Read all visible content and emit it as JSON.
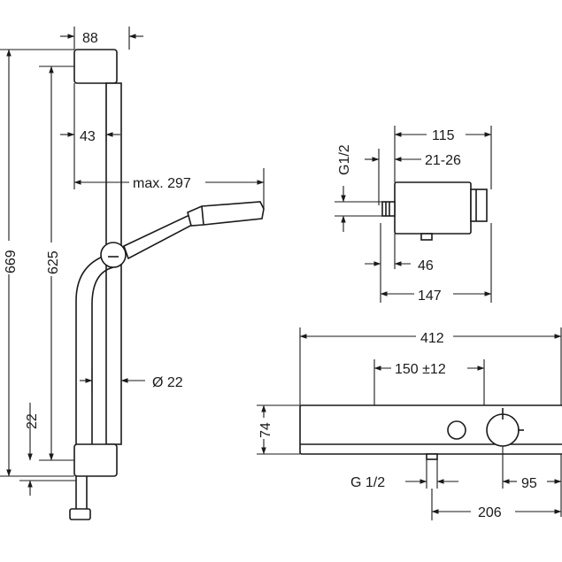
{
  "dimensions": {
    "bar_width": "88",
    "wall_offset": "43",
    "hand_shower_reach": "max. 297",
    "total_height": "669",
    "rail_length": "625",
    "bottom_offset": "22",
    "hose_diameter": "Ø 22",
    "valve_depth": "115",
    "connection_range": "21-26",
    "connection_thread_side": "G1/2",
    "outlet_offset": "46",
    "overall_depth": "147",
    "shelf_width": "412",
    "inlet_spacing": "150 ±12",
    "shelf_height": "74",
    "outlet_thread": "G 1/2",
    "knob_offset": "95",
    "knob_to_outlet": "206"
  },
  "colors": {
    "line": "#1a1a1a",
    "background": "#ffffff"
  }
}
